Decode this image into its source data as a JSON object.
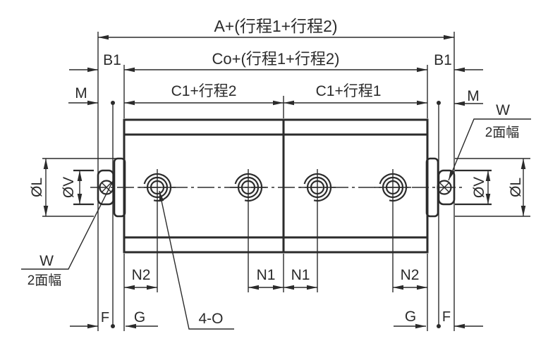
{
  "diagram": {
    "type": "engineering-dimension-drawing",
    "labels": {
      "dim_a": "A+(行程1+行程2)",
      "dim_co": "Co+(行程1+行程2)",
      "dim_c1_stroke2": "C1+行程2",
      "dim_c1_stroke1": "C1+行程1",
      "dim_b1": "B1",
      "dim_m": "M",
      "dim_w": "W",
      "dim_w_flats": "2面幅",
      "dim_dia_l": "ØL",
      "dim_dia_v": "ØV",
      "dim_n1": "N1",
      "dim_n2": "N2",
      "dim_g": "G",
      "dim_f": "F",
      "dim_ports": "4-O"
    },
    "colors": {
      "line": "#2b2b2b",
      "background": "#ffffff"
    }
  }
}
